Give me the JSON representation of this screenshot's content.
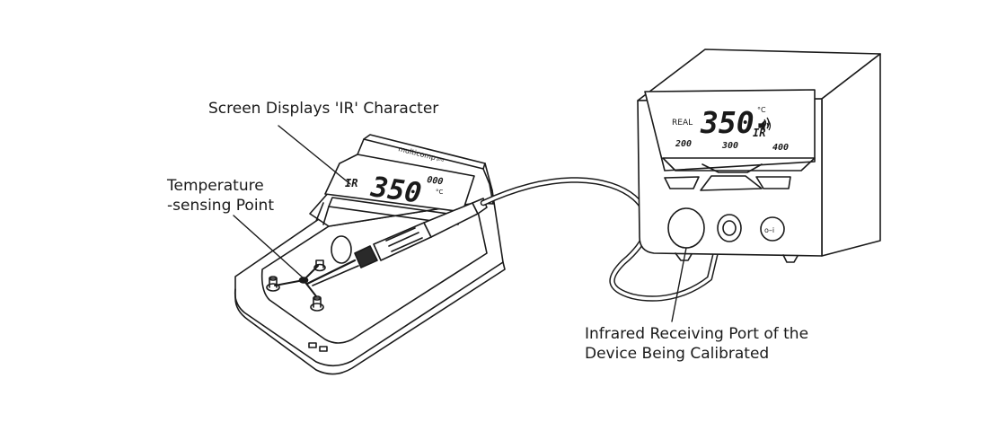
{
  "callouts": {
    "screen_ir": "Screen Displays 'IR' Character",
    "temp_point_line1": "Temperature",
    "temp_point_line2": "-sensing Point",
    "ir_port_line1": "Infrared Receiving Port of the",
    "ir_port_line2": "Device Being Calibrated"
  },
  "calibrator": {
    "brand": "multicomp",
    "brand_suffix": "pro",
    "ir_label": "IR",
    "temperature": "350",
    "small_digits": "000",
    "unit": "°C"
  },
  "station": {
    "real_label": "REAL",
    "temperature": "350",
    "unit": "°C",
    "ir_label": "IR",
    "presets": [
      "200",
      "300",
      "400"
    ],
    "power_symbol": "o–i"
  },
  "icons": {
    "speaker": "speaker-icon",
    "ir_signal": "ir-signal-icon"
  }
}
